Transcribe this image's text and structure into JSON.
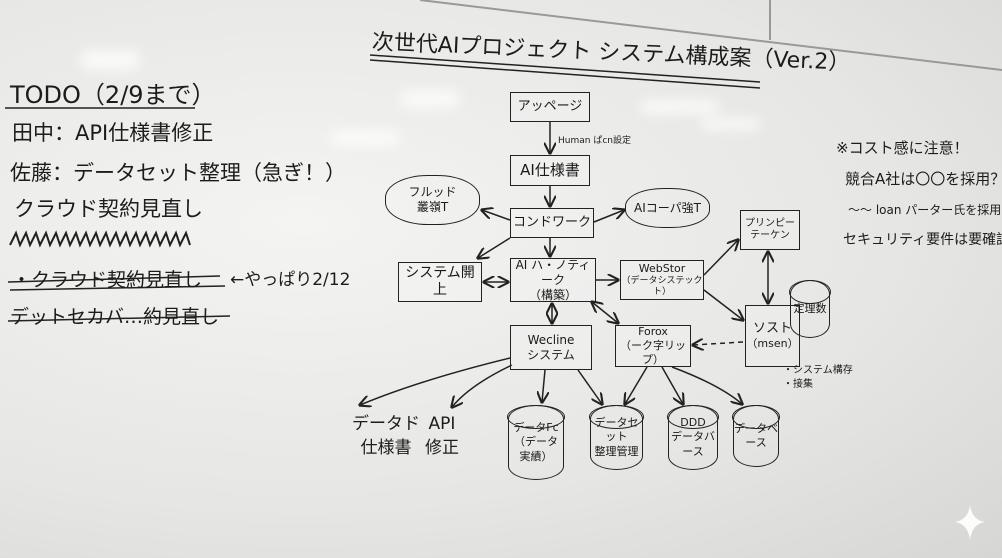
{
  "title": "次世代AIプロジェクト システム構成案（Ver.2）",
  "todo": {
    "heading": "TODO（2/9まで）",
    "items": [
      {
        "text": "田中：API仕様書修正",
        "struck": false
      },
      {
        "text": "佐藤：データセット整理（急ぎ！）",
        "struck": false
      },
      {
        "text": "クラウド契約見直し",
        "struck": false
      },
      {
        "text": "・クラウド契約見直し",
        "struck": true
      },
      {
        "text": "デットセカバ…約見直し",
        "struck": true
      }
    ],
    "annotation": "←やっぱり2/12"
  },
  "diagram": {
    "app_page": "アッページ",
    "edge_label": "Human ぱcn設定",
    "ai_spec": "AI仕様書",
    "cloud_left": [
      "フルッド",
      "叢嶺T"
    ],
    "condwork": "コンドワーク",
    "cloud_right": "AIコーパ強T",
    "principle": [
      "プリンピー",
      "テーケン"
    ],
    "system_up": "システム開上",
    "ai_core": [
      "AI ハ・ノティーク",
      "（構築）"
    ],
    "webstor": [
      "WebStor",
      "（データシステックト）"
    ],
    "sost": [
      "ソスト",
      "（msen）"
    ],
    "theorem_db": "定理数",
    "sost_notes": [
      "・システム構存",
      "・接集"
    ],
    "wecline": [
      "Wecline",
      "システム"
    ],
    "forox": [
      "Forox",
      "（ーク字リップ）"
    ],
    "leaf_data_spec": [
      "データド",
      "仕様書"
    ],
    "leaf_api_fix": [
      "API",
      "修正"
    ],
    "dbs": [
      [
        "データFc",
        "（データ実績）"
      ],
      [
        "データセット",
        "整理管理"
      ],
      [
        "DDD",
        "データバース"
      ],
      [
        "データベース"
      ]
    ]
  },
  "notes": [
    "※コスト感に注意！",
    "競合A社は〇〇を採用？",
    "〜〜 loan パーター氏を採用",
    "セキュリティ要件は要確認"
  ]
}
